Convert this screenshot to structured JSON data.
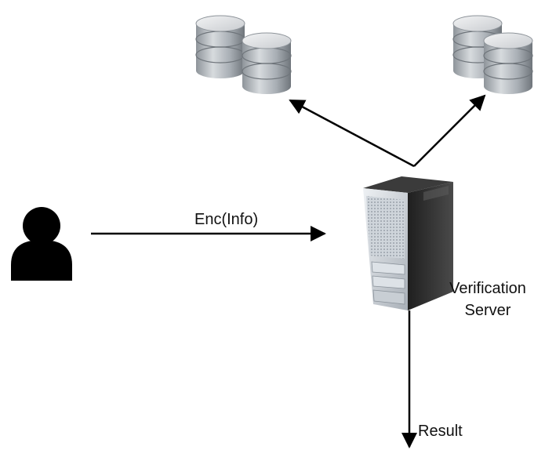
{
  "diagram": {
    "edge_label_enc": "Enc(Info)",
    "server_label_line1": "Verification",
    "server_label_line2": "Server",
    "result_label": "Result"
  },
  "icons": {
    "user": "user-icon",
    "database_left": "database-icon",
    "database_right": "database-icon",
    "server": "server-icon"
  },
  "colors": {
    "arrow": "#000000",
    "text": "#111111",
    "db_body": "#aeb3b8",
    "db_top": "#e4e6e8",
    "server_body": "#2b2b2b",
    "server_front": "#d7dbe0"
  }
}
